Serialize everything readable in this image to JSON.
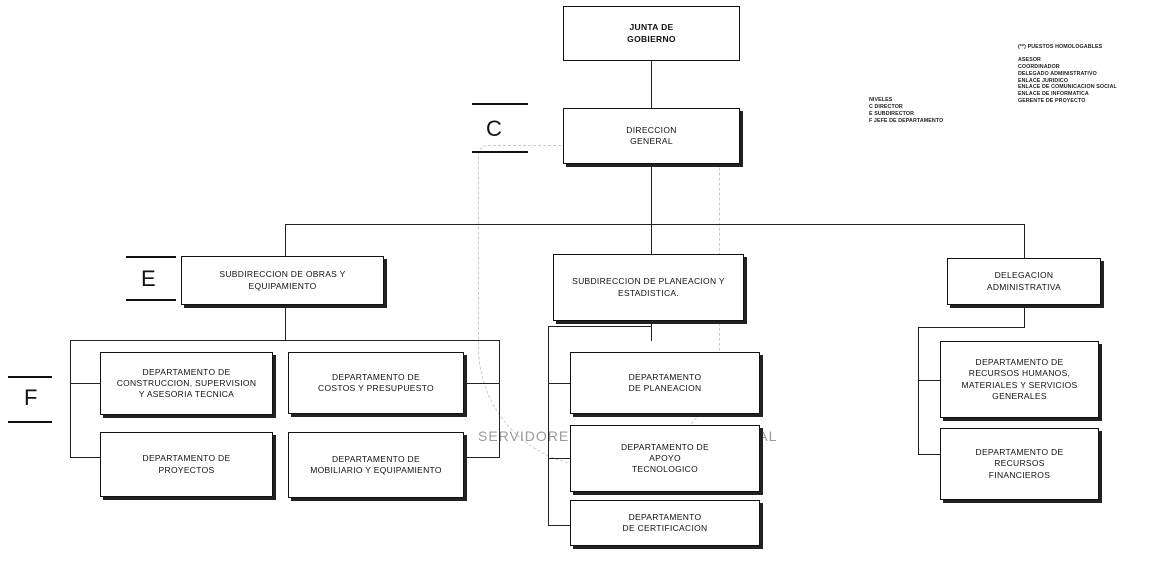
{
  "levels": {
    "c": "C",
    "e": "E",
    "f": "F"
  },
  "nodes": {
    "junta": "JUNTA DE\nGOBIERNO",
    "direccion": "DIRECCION\nGENERAL",
    "sub_obras": "SUBDIRECCION DE OBRAS Y\nEQUIPAMIENTO",
    "sub_planeacion": "SUBDIRECCION DE PLANEACION Y\nESTADISTICA.",
    "delegacion": "DELEGACION\nADMINISTRATIVA",
    "depto_construccion": "DEPARTAMENTO DE\nCONSTRUCCION, SUPERVISION\nY ASESORIA TECNICA",
    "depto_costos": "DEPARTAMENTO DE\nCOSTOS Y PRESUPUESTO",
    "depto_proyectos": "DEPARTAMENTO DE\nPROYECTOS",
    "depto_mobiliario": "DEPARTAMENTO DE\nMOBILIARIO Y EQUIPAMIENTO",
    "depto_planeacion": "DEPARTAMENTO\nDE PLANEACION",
    "depto_apoyo": "DEPARTAMENTO DE\nAPOYO\nTECNOLOGICO",
    "depto_certificacion": "DEPARTAMENTO\nDE CERTIFICACION",
    "depto_recursos_humanos": "DEPARTAMENTO DE\nRECURSOS HUMANOS,\nMATERIALES Y SERVICIOS\nGENERALES",
    "depto_recursos_financieros": "DEPARTAMENTO DE\nRECURSOS\nFINANCIEROS"
  },
  "legend_niveles": {
    "title": "NIVELES",
    "items": [
      "C DIRECTOR",
      "E SUBDIRECTOR",
      "F JEFE DE DEPARTAMENTO"
    ]
  },
  "legend_puestos": {
    "title": "(**) PUESTOS HOMOLOGABLES",
    "items": [
      "ASESOR",
      "COORDINADOR",
      "DELEGADO ADMINISTRATIVO",
      "ENLACE JURIDICO",
      "ENLACE DE COMUNICACION SOCIAL",
      "ENLACE DE INFORMATICA",
      "GERENTE DE PROYECTO"
    ]
  },
  "watermark": "SERVIDORES DE LA NACION INTEGRAL"
}
